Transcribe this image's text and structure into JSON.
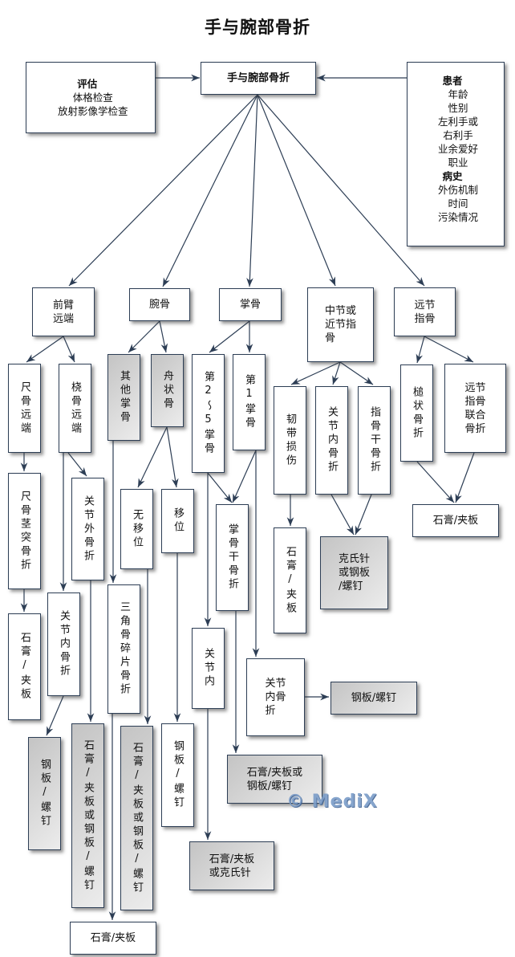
{
  "title": "手与腕部骨折",
  "colors": {
    "line": "#2d3e55",
    "gray_fill": "#d2d2d2",
    "watermark": "#7a9cc8"
  },
  "root": {
    "label": "手与腕部骨折"
  },
  "evaluation": {
    "heading": "评估",
    "items": [
      "体格检查",
      "放射影像学检查"
    ]
  },
  "patient": {
    "heading": "患者",
    "items": [
      "年龄",
      "性别",
      "左利手或",
      "右利手",
      "业余爱好",
      "职业"
    ],
    "history_heading": "病史",
    "history_items": [
      "外伤机制",
      "时间",
      "污染情况"
    ]
  },
  "nodes": {
    "forearm": "前臂\n远端",
    "carpal": "腕骨",
    "metacarpal": "掌骨",
    "middle_prox": "中节或\n近节指\n骨",
    "distal": "远节\n指骨",
    "ulna_distal": "尺骨远端",
    "radius_distal": "桡骨远端",
    "other_carpal": "其他掌骨",
    "scaphoid": "舟状骨",
    "mc_2_5": "第2～5掌骨",
    "mc_1": "第1掌骨",
    "ligament": "韧带损伤",
    "intra_articular_finger": "关节内骨折",
    "phalanx_shaft": "指骨干骨折",
    "mallet": "槌状骨折",
    "distal_combined": "远节\n指骨\n联合\n骨折",
    "ulnar_styloid": "尺骨茎突骨折",
    "extra_articular": "关节外骨折",
    "non_displaced": "无移位",
    "displaced": "移位",
    "mc_shaft": "掌骨干骨折",
    "cast_splint_lig": "石膏/夹板",
    "kwire_plate": "克氏针\n或钢板\n/螺钉",
    "cast_splint_distal": "石膏/夹板",
    "cast_ulna": "石膏/夹板",
    "intra_articular_radius": "关节内骨折",
    "triquetrum": "三角骨碎片骨折",
    "intra_mc": "关节内",
    "intra_mc1": "关节\n内骨\n折",
    "plate_mc1": "钢板/螺钉",
    "plate_radius_intra": "钢板/螺钉",
    "cast_or_plate_extra": "石膏/夹板或钢板/螺钉",
    "cast_or_plate_nondisp": "石膏/夹板或钢板/螺钉",
    "plate_displaced": "钢板/螺钉",
    "cast_or_plate_shaft": "石膏/夹板或\n钢板/螺钉",
    "cast_or_kwire": "石膏/夹板\n或克氏针",
    "cast_other": "石膏/夹板"
  },
  "watermark": "© MediX"
}
